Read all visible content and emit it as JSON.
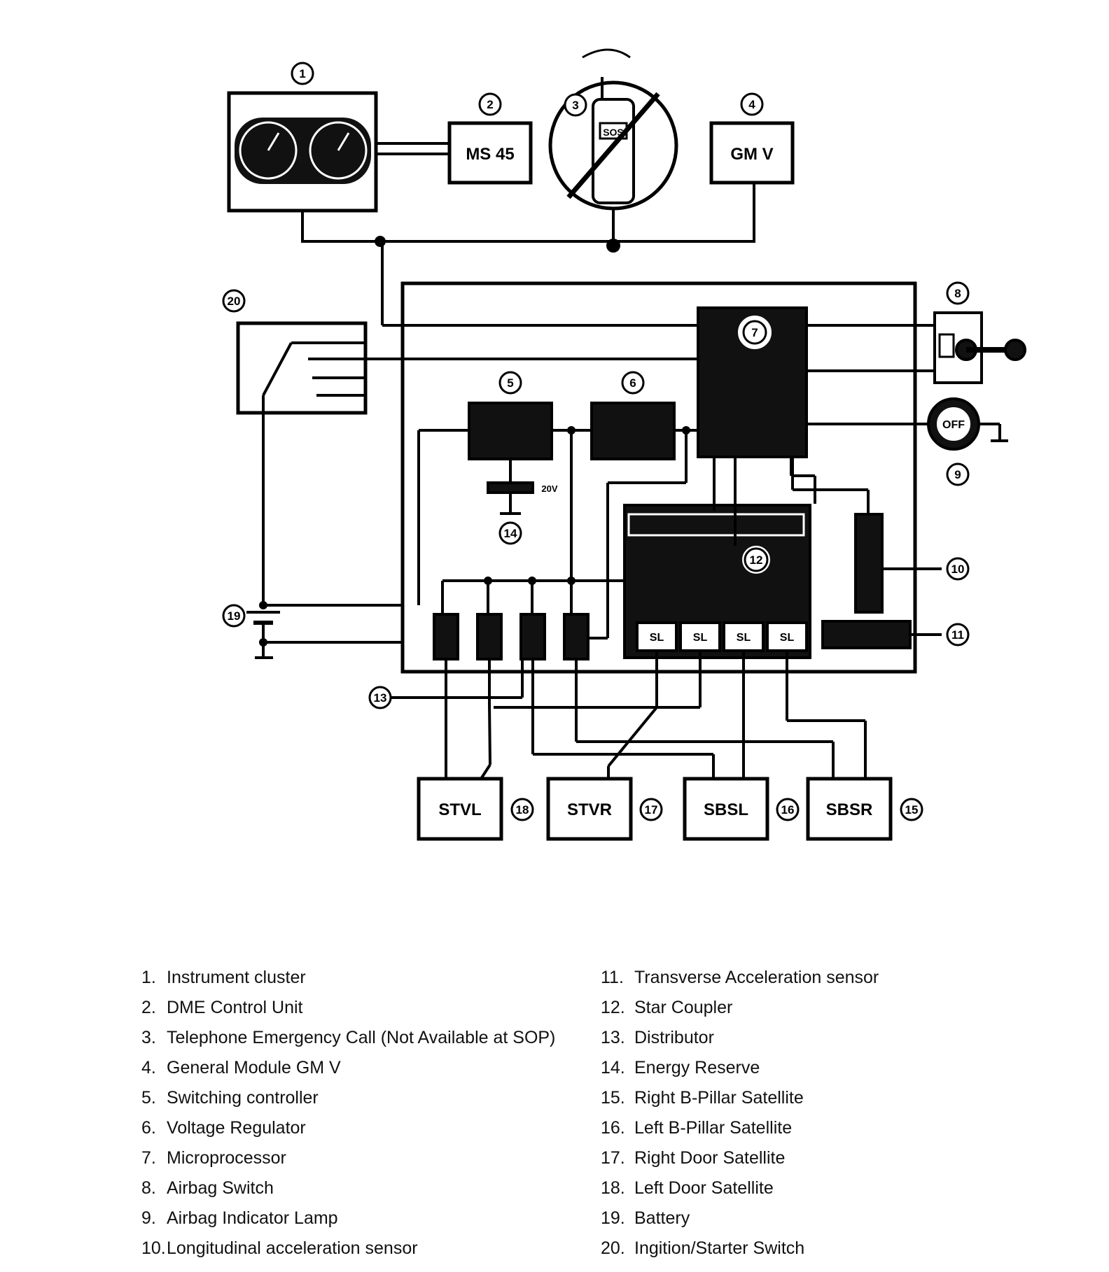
{
  "diagram": {
    "boxes": {
      "dme": "MS 45",
      "gm": "GM V",
      "stvl": "STVL",
      "stvr": "STVR",
      "sbsl": "SBSL",
      "sbsr": "SBSR",
      "airbag_lamp": "OFF",
      "phone_sos": "SOS",
      "sat_label": "SL",
      "voltage": "20V"
    },
    "callouts": {
      "c1": "1",
      "c2": "2",
      "c3": "3",
      "c4": "4",
      "c5": "5",
      "c6": "6",
      "c7": "7",
      "c8": "8",
      "c9": "9",
      "c10": "10",
      "c11": "11",
      "c12": "12",
      "c13": "13",
      "c14": "14",
      "c15": "15",
      "c16": "16",
      "c17": "17",
      "c18": "18",
      "c19": "19",
      "c20": "20"
    }
  },
  "legend": {
    "left": [
      {
        "num": "1.",
        "text": "Instrument cluster"
      },
      {
        "num": "2.",
        "text": "DME Control Unit"
      },
      {
        "num": "3.",
        "text": "Telephone Emergency Call (Not Available at SOP)"
      },
      {
        "num": "4.",
        "text": "General Module GM V"
      },
      {
        "num": "5.",
        "text": "Switching controller"
      },
      {
        "num": "6.",
        "text": "Voltage Regulator"
      },
      {
        "num": "7.",
        "text": "Microprocessor"
      },
      {
        "num": "8.",
        "text": "Airbag Switch"
      },
      {
        "num": "9.",
        "text": "Airbag Indicator Lamp"
      },
      {
        "num": "10.",
        "text": "Longitudinal acceleration sensor"
      }
    ],
    "right": [
      {
        "num": "11.",
        "text": "Transverse Acceleration sensor"
      },
      {
        "num": "12.",
        "text": "Star Coupler"
      },
      {
        "num": "13.",
        "text": "Distributor"
      },
      {
        "num": "14.",
        "text": "Energy Reserve"
      },
      {
        "num": "15.",
        "text": "Right B-Pillar Satellite"
      },
      {
        "num": "16.",
        "text": "Left B-Pillar Satellite"
      },
      {
        "num": "17.",
        "text": "Right Door Satellite"
      },
      {
        "num": "18.",
        "text": "Left Door Satellite"
      },
      {
        "num": "19.",
        "text": "Battery"
      },
      {
        "num": "20.",
        "text": "Ingition/Starter Switch"
      }
    ]
  }
}
